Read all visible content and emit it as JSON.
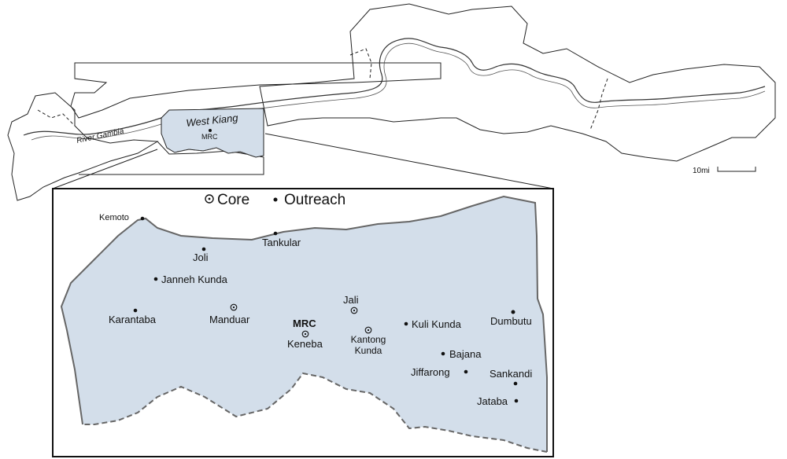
{
  "overview": {
    "region_label": "West Kiang",
    "river_label": "River Gambia",
    "mrc_label": "MRC",
    "scale_label": "10mi"
  },
  "legend": {
    "core_label": "Core",
    "outreach_label": "Outreach"
  },
  "villages": [
    {
      "name": "Kemoto",
      "type": "outreach"
    },
    {
      "name": "Tankular",
      "type": "outreach"
    },
    {
      "name": "Joli",
      "type": "outreach"
    },
    {
      "name": "Janneh Kunda",
      "type": "outreach"
    },
    {
      "name": "Karantaba",
      "type": "outreach"
    },
    {
      "name": "Manduar",
      "type": "core"
    },
    {
      "name": "Jali",
      "type": "core"
    },
    {
      "name": "Keneba",
      "type": "core"
    },
    {
      "name": "Kantong Kunda",
      "type": "core"
    },
    {
      "name": "Kuli Kunda",
      "type": "outreach"
    },
    {
      "name": "Dumbutu",
      "type": "outreach"
    },
    {
      "name": "Bajana",
      "type": "outreach"
    },
    {
      "name": "Jiffarong",
      "type": "outreach"
    },
    {
      "name": "Sankandi",
      "type": "outreach"
    },
    {
      "name": "Jataba",
      "type": "outreach"
    }
  ],
  "inset": {
    "mrc_label": "MRC"
  },
  "colors": {
    "region_fill": "#d3deea",
    "outline": "#222222",
    "region_outline": "#666666",
    "river_label": "#888888"
  }
}
